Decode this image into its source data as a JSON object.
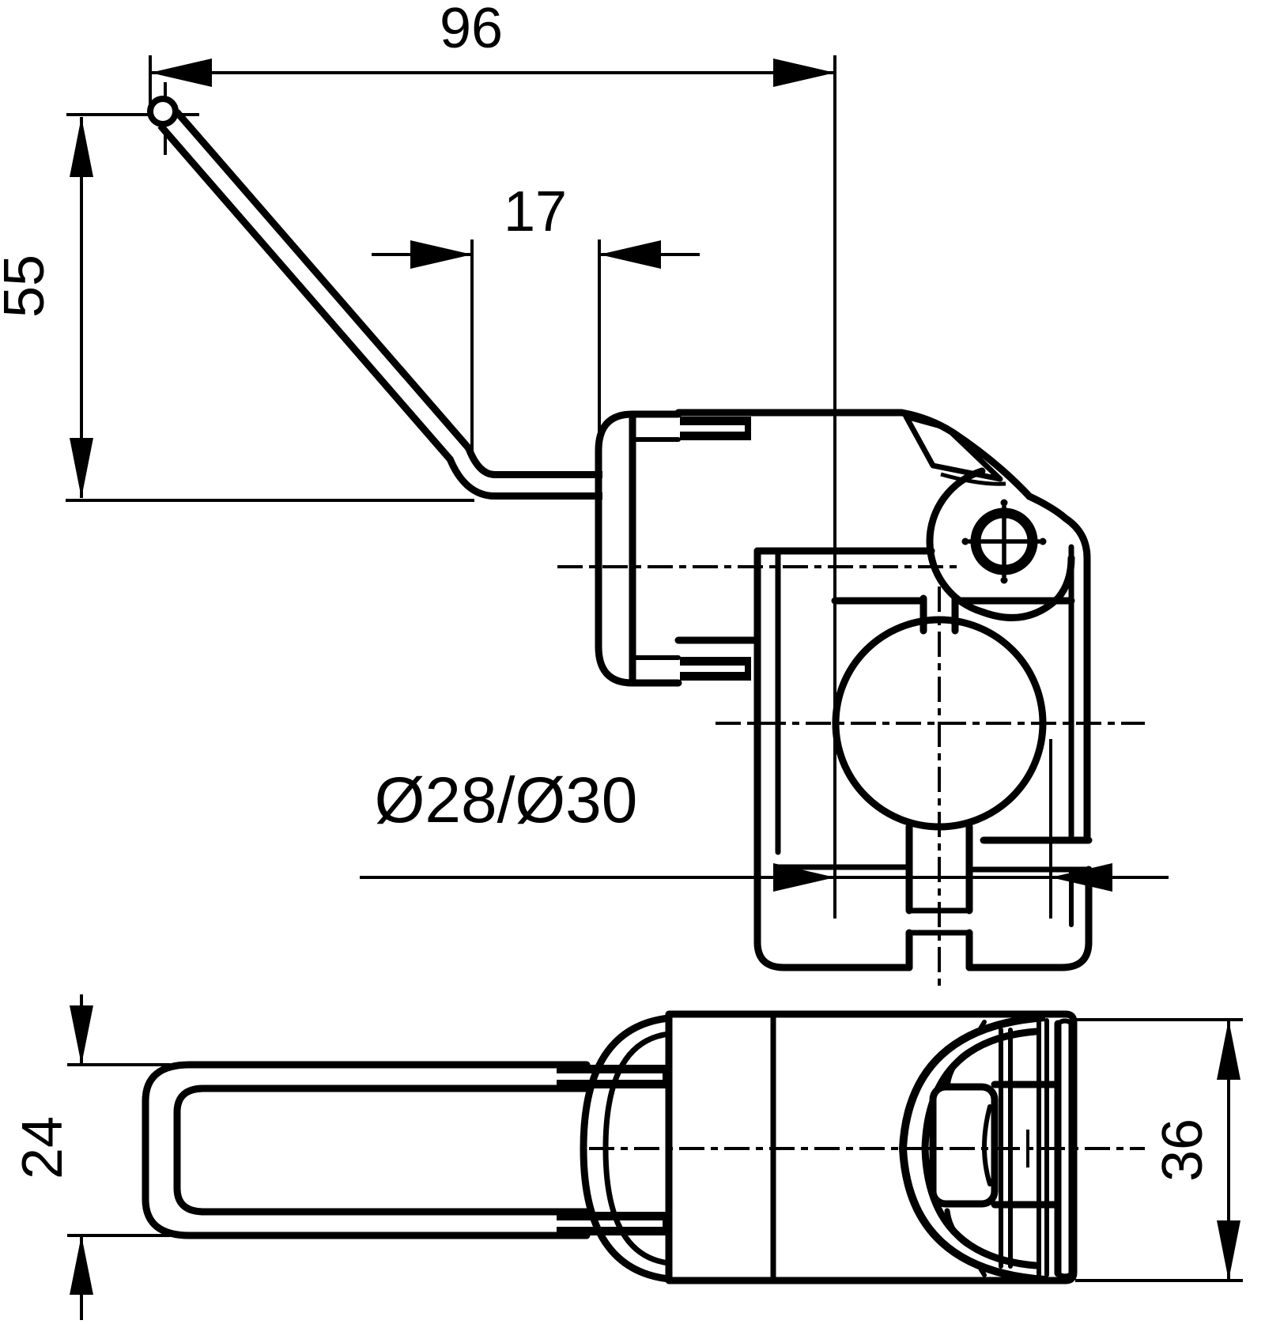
{
  "drawing": {
    "background_color": "#ffffff",
    "line_color": "#000000",
    "dimensions": {
      "d96": "96",
      "d55": "55",
      "d17": "17",
      "bore": "Ø28/Ø30",
      "d24": "24",
      "d36": "36"
    }
  }
}
